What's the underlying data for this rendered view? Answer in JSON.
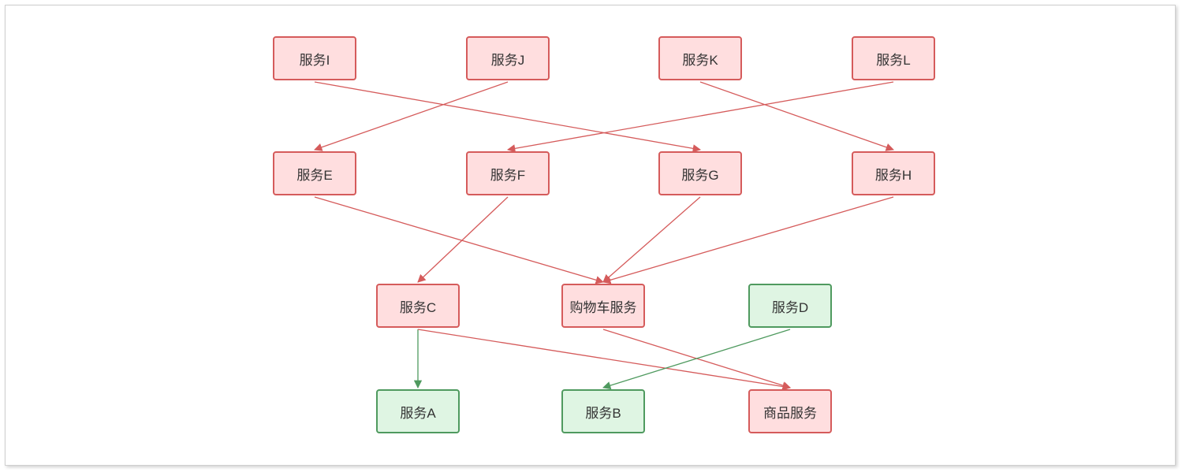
{
  "nodes": {
    "I": {
      "label": "服务I",
      "status": "red"
    },
    "J": {
      "label": "服务J",
      "status": "red"
    },
    "K": {
      "label": "服务K",
      "status": "red"
    },
    "L": {
      "label": "服务L",
      "status": "red"
    },
    "E": {
      "label": "服务E",
      "status": "red"
    },
    "F": {
      "label": "服务F",
      "status": "red"
    },
    "G": {
      "label": "服务G",
      "status": "red"
    },
    "H": {
      "label": "服务H",
      "status": "red"
    },
    "C": {
      "label": "服务C",
      "status": "red"
    },
    "cart": {
      "label": "购物车服务",
      "status": "red"
    },
    "D": {
      "label": "服务D",
      "status": "green"
    },
    "A": {
      "label": "服务A",
      "status": "green"
    },
    "B": {
      "label": "服务B",
      "status": "green"
    },
    "product": {
      "label": "商品服务",
      "status": "red"
    }
  },
  "edges": [
    {
      "from": "I",
      "to": "G",
      "status": "red"
    },
    {
      "from": "J",
      "to": "E",
      "status": "red"
    },
    {
      "from": "K",
      "to": "H",
      "status": "red"
    },
    {
      "from": "L",
      "to": "F",
      "status": "red"
    },
    {
      "from": "E",
      "to": "cart",
      "status": "red"
    },
    {
      "from": "F",
      "to": "C",
      "status": "red"
    },
    {
      "from": "G",
      "to": "cart",
      "status": "red"
    },
    {
      "from": "H",
      "to": "cart",
      "status": "red"
    },
    {
      "from": "C",
      "to": "A",
      "status": "green"
    },
    {
      "from": "C",
      "to": "product",
      "status": "red"
    },
    {
      "from": "cart",
      "to": "product",
      "status": "red"
    },
    {
      "from": "D",
      "to": "B",
      "status": "green"
    }
  ],
  "colors": {
    "red_stroke": "#d55b5b",
    "red_fill": "#ffdedf",
    "green_stroke": "#4f9a5f",
    "green_fill": "#dff5e3"
  }
}
